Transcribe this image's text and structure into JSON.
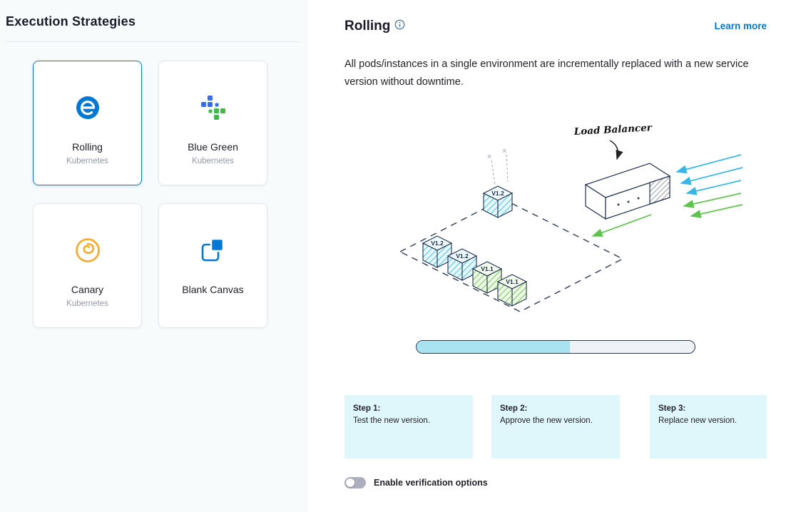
{
  "left_panel": {
    "title": "Execution Strategies",
    "strategies": [
      {
        "label": "Rolling",
        "sublabel": "Kubernetes",
        "icon": "rolling-icon",
        "selected": true
      },
      {
        "label": "Blue Green",
        "sublabel": "Kubernetes",
        "icon": "blue-green-icon",
        "selected": false
      },
      {
        "label": "Canary",
        "sublabel": "Kubernetes",
        "icon": "canary-icon",
        "selected": false
      },
      {
        "label": "Blank Canvas",
        "sublabel": "",
        "icon": "blank-canvas-icon",
        "selected": false
      }
    ]
  },
  "detail": {
    "title": "Rolling",
    "learn_more_label": "Learn more",
    "description": "All pods/instances in a single environment are incrementally replaced with a new service version without downtime.",
    "illustration": {
      "load_balancer_label": "Load Balancer",
      "box_labels": [
        "V1.2",
        "V1.2",
        "V1.2",
        "V1.1",
        "V1.1"
      ],
      "progress_percent": 55
    },
    "steps": [
      {
        "title": "Step 1:",
        "text": "Test the new version."
      },
      {
        "title": "Step 2:",
        "text": "Approve the new version."
      },
      {
        "title": "Step 3:",
        "text": "Replace new version."
      }
    ],
    "verification": {
      "label": "Enable verification options",
      "enabled": false
    }
  },
  "colors": {
    "accent_blue": "#0278d5",
    "step_bg": "#dff7fb",
    "progress_fill": "#a9e3f2",
    "cube_blue": "#55c5ea",
    "cube_green": "#7ccb63",
    "canary_orange": "#f7a927"
  }
}
